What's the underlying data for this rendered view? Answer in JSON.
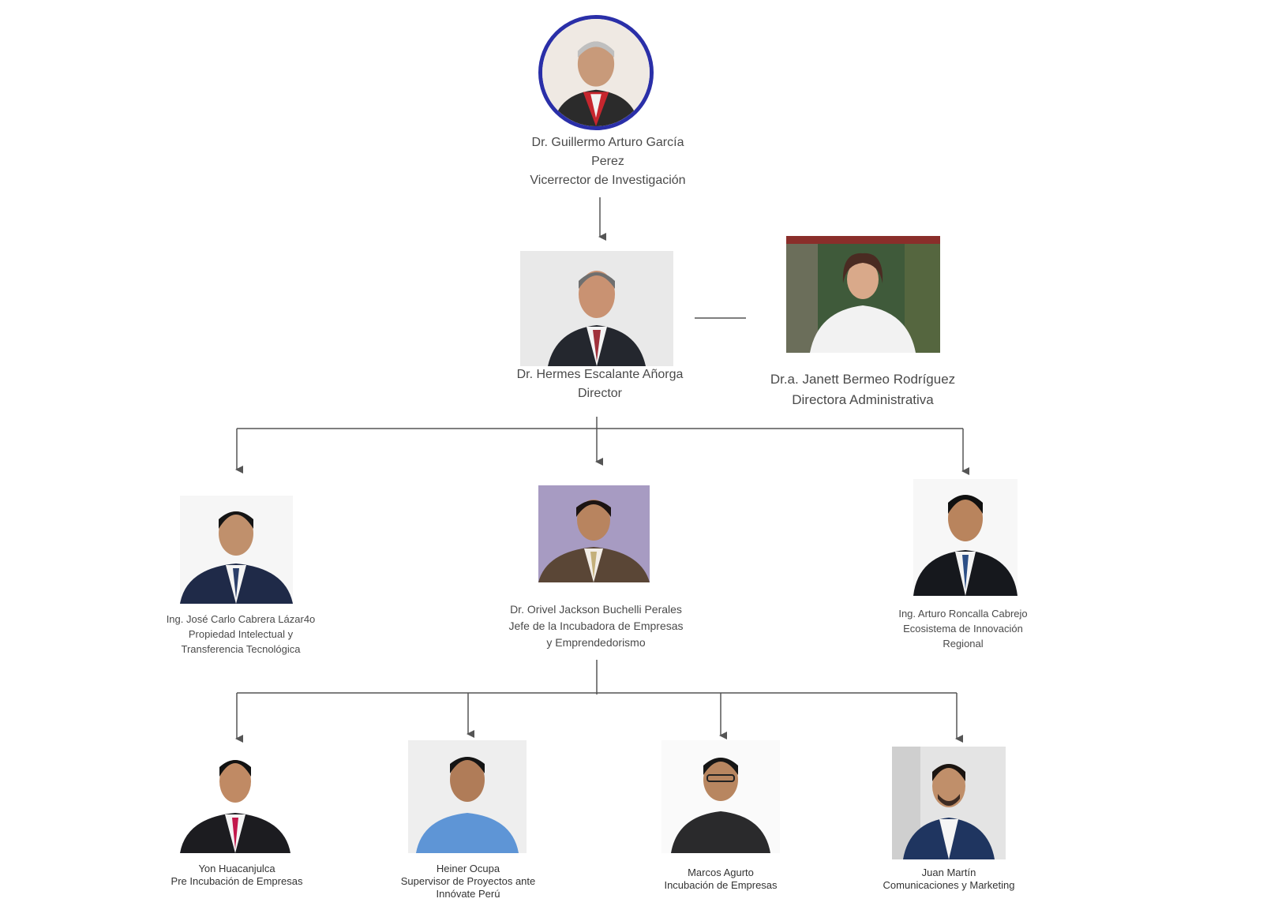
{
  "nodes": {
    "vicerrector": {
      "name_line1": "Dr. Guillermo Arturo García",
      "name_line2": "Perez",
      "role": "Vicerrector de Investigación"
    },
    "director": {
      "name": "Dr. Hermes Escalante Añorga",
      "role": "Director"
    },
    "directora_admin": {
      "name": "Dr.a. Janett Bermeo Rodríguez",
      "role": "Directora Administrativa"
    },
    "propiedad": {
      "name": "Ing. José Carlo Cabrera Lázar4o",
      "role_line1": "Propiedad Intelectual y",
      "role_line2": "Transferencia Tecnológica"
    },
    "jefe_incubadora": {
      "name": "Dr. Orivel Jackson Buchelli Perales",
      "role_line1": "Jefe de la  Incubadora de Empresas",
      "role_line2": "y Emprendedorismo"
    },
    "ecosistema": {
      "name": "Ing. Arturo Roncalla Cabrejo",
      "role_line1": "Ecosistema de Innovación",
      "role_line2": "Regional"
    },
    "pre_incubacion": {
      "name": "Yon Huacanjulca",
      "role": "Pre Incubación de Empresas"
    },
    "supervisor": {
      "name": "Heiner Ocupa",
      "role_line1": "Supervisor de Proyectos ante",
      "role_line2": "Innóvate Perú"
    },
    "incubacion": {
      "name": "Marcos Agurto",
      "role": "Incubación de Empresas"
    },
    "comunicaciones": {
      "name": "Juan Martín",
      "role": "Comunicaciones y Marketing"
    }
  },
  "colors": {
    "connector": "#555555",
    "ring": "#2a2fa8",
    "text": "#4a4a4a"
  },
  "icons": {
    "photo": "person-photo-icon",
    "arrow": "arrow-down-icon"
  }
}
